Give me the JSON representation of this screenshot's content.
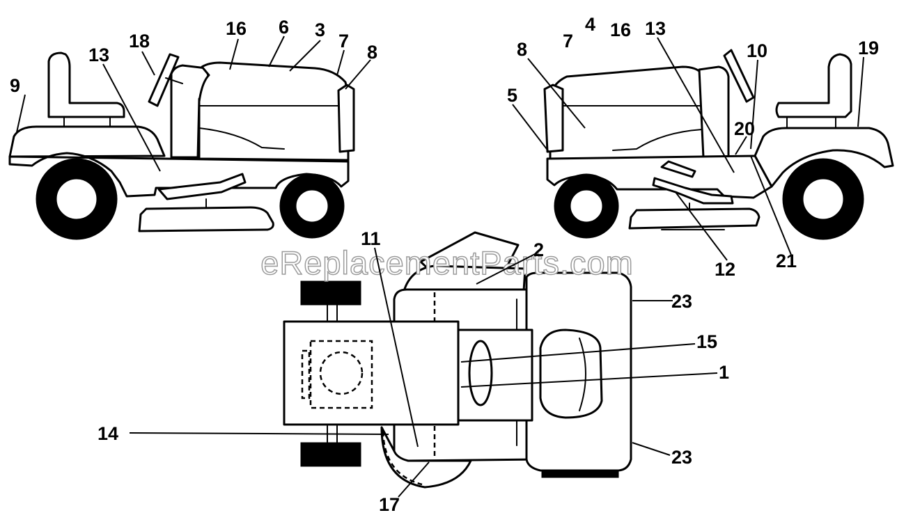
{
  "watermark": "eReplacementParts.com",
  "views": {
    "left_side": {
      "callouts": [
        "9",
        "13",
        "18",
        "16",
        "6",
        "3",
        "7",
        "8"
      ]
    },
    "right_side": {
      "callouts": [
        "8",
        "7",
        "4",
        "16",
        "13",
        "10",
        "19",
        "5",
        "20",
        "21",
        "12"
      ]
    },
    "top": {
      "callouts": [
        "11",
        "2",
        "23",
        "15",
        "1",
        "14",
        "23",
        "17"
      ]
    }
  }
}
